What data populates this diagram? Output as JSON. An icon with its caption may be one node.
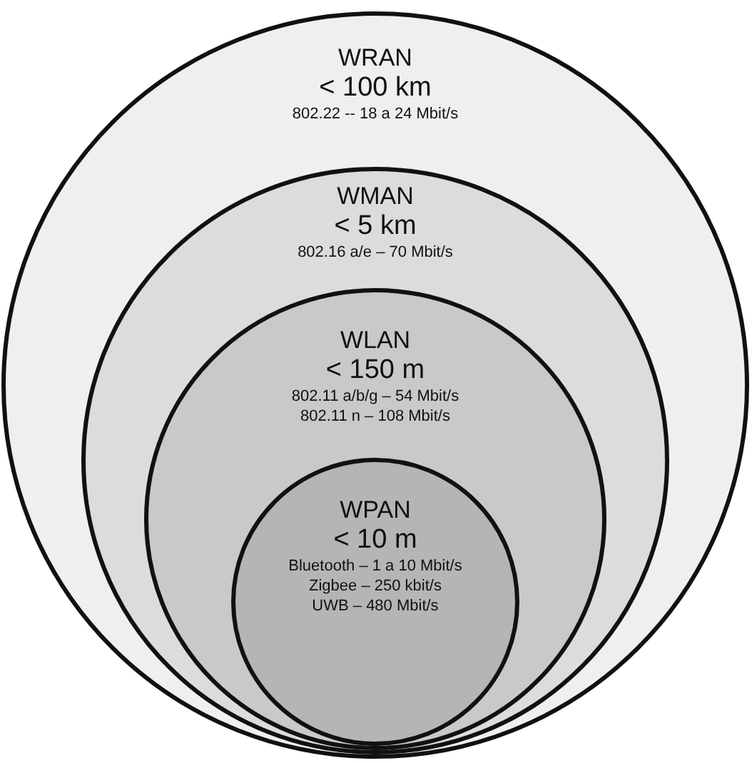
{
  "diagram": {
    "nodes": [
      {
        "text": [
          "WRAN",
          "< 100 km",
          "802.22 -- 18 a 24 Mbit/s"
        ]
      },
      {
        "text": [
          "WMAN",
          "< 5 km",
          "802.16 a/e – 70 Mbit/s"
        ],
        "in": 0
      },
      {
        "text": [
          "WLAN",
          "< 150 m",
          "802.11 a/b/g – 54 Mbit/s",
          "802.11 n – 108 Mbit/s"
        ],
        "in": 1
      },
      {
        "text": [
          "WPAN",
          "< 10 m",
          "Bluetooth – 1 a 10 Mbit/s",
          "Zigbee – 250 kbit/s",
          "UWB – 480 Mbit/s"
        ],
        "in": 2
      }
    ],
    "edges": []
  }
}
